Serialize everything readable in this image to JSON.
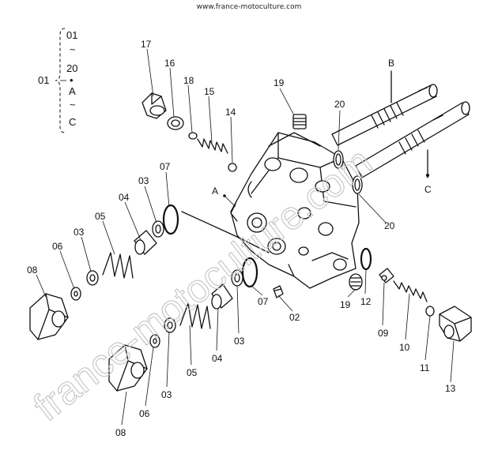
{
  "header": {
    "url": "www.france-motoculture.com"
  },
  "watermark": {
    "text": "france-motoculture.com",
    "color": "#c8c8c8"
  },
  "legend": {
    "group_label": "01",
    "lines": [
      "01",
      "~",
      "20",
      "•",
      "A",
      "~",
      "C"
    ]
  },
  "callouts": {
    "c17": "17",
    "c16": "16",
    "c18": "18",
    "c15": "15",
    "c14": "14",
    "c19a": "19",
    "c20a": "20",
    "cB": "B",
    "cC": "C",
    "c20b": "20",
    "cA": "A",
    "c07a": "07",
    "c03a": "03",
    "c04a": "04",
    "c05a": "05",
    "c03b": "03",
    "c06a": "06",
    "c08a": "08",
    "c02": "02",
    "c19b": "19",
    "c12": "12",
    "c09": "09",
    "c10": "10",
    "c11": "11",
    "c13": "13",
    "c07b": "07",
    "c03c": "03",
    "c04b": "04",
    "c05b": "05",
    "c03d": "03",
    "c06b": "06",
    "c08b": "08"
  }
}
